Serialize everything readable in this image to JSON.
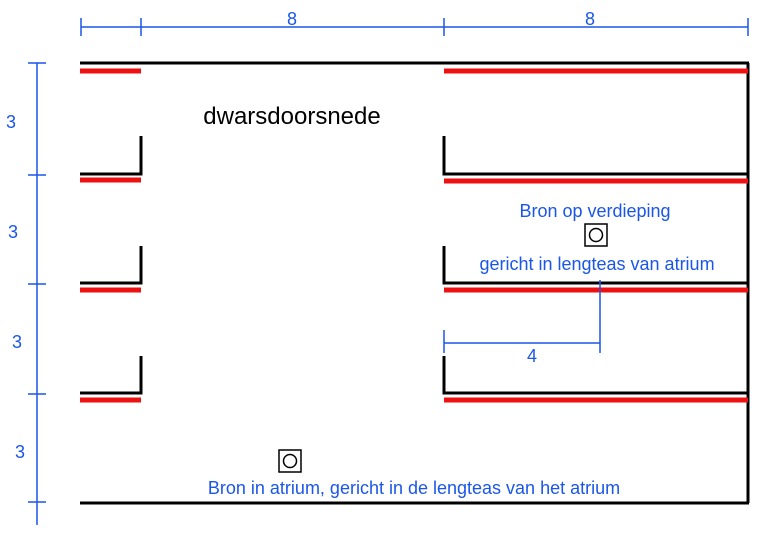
{
  "title": "dwarsdoorsnede",
  "dimensions": {
    "top_left": "8",
    "top_right": "8",
    "left": [
      "3",
      "3",
      "3",
      "3"
    ],
    "offset": "4"
  },
  "sources": {
    "floor_line1": "Bron  op verdieping",
    "floor_line2": "gericht in lengteas van atrium",
    "atrium": "Bron  in atrium,  gericht in de lengteas van het atrium"
  },
  "colors": {
    "dimension": "#1a56e8",
    "slab": "#ee1111",
    "wall": "#000000"
  }
}
